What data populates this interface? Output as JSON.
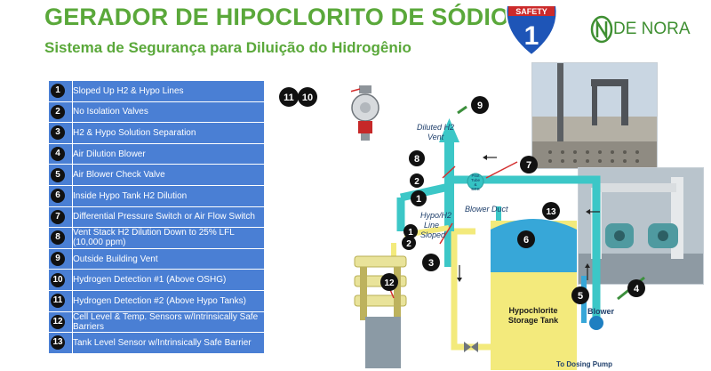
{
  "header": {
    "title": "GERADOR DE HIPOCLORITO DE SÓDIO",
    "subtitle": "Sistema de Segurança para Diluição do Hidrogênio",
    "shield_top": "SAFETY",
    "shield_number": "1",
    "brand": "DE NORA"
  },
  "legend": [
    {
      "num": "1",
      "text": "Sloped Up H2 & Hypo Lines"
    },
    {
      "num": "2",
      "text": "No Isolation Valves"
    },
    {
      "num": "3",
      "text": "H2 & Hypo Solution Separation"
    },
    {
      "num": "4",
      "text": "Air Dilution Blower"
    },
    {
      "num": "5",
      "text": "Air Blower Check Valve"
    },
    {
      "num": "6",
      "text": "Inside Hypo Tank H2 Dilution"
    },
    {
      "num": "7",
      "text": "Differential Pressure Switch or Air Flow Switch"
    },
    {
      "num": "8",
      "text": "Vent Stack H2 Dilution Down to 25% LFL (10,000 ppm)"
    },
    {
      "num": "9",
      "text": "Outside Building Vent"
    },
    {
      "num": "10",
      "text": "Hydrogen Detection #1 (Above OSHG)"
    },
    {
      "num": "11",
      "text": "Hydrogen Detection #2 (Above Hypo Tanks)"
    },
    {
      "num": "12",
      "text": "Cell Level & Temp. Sensors w/Intrinsically Safe Barriers"
    },
    {
      "num": "13",
      "text": "Tank Level Sensor w/Intrinsically Safe Barrier"
    }
  ],
  "diagram": {
    "diluted_vent": [
      "Diluted H2",
      "Vent"
    ],
    "pitot": [
      "Pitot",
      "Tube",
      "&",
      "DPS"
    ],
    "blower_duct": "Blower Duct",
    "hypo_line": [
      "Hypo/H2",
      "Line",
      "Sloped"
    ],
    "tank": [
      "Hypochlorite",
      "Storage Tank"
    ],
    "blower": "Blower",
    "dosing": "To Dosing Pump",
    "markers": {
      "m1a": "1",
      "m1b": "1",
      "m2a": "2",
      "m2b": "2",
      "m3": "3",
      "m4": "4",
      "m5": "5",
      "m6": "6",
      "m7": "7",
      "m8": "8",
      "m9": "9",
      "m10": "10",
      "m11": "11",
      "m12": "12",
      "m13": "13"
    }
  },
  "colors": {
    "title_green": "#5aa83a",
    "legend_blue": "#4a7fd4",
    "pipe_cyan": "#3cc7c7",
    "tank_yellow": "#f3ea7c",
    "tank_blue": "#37a7d8"
  }
}
